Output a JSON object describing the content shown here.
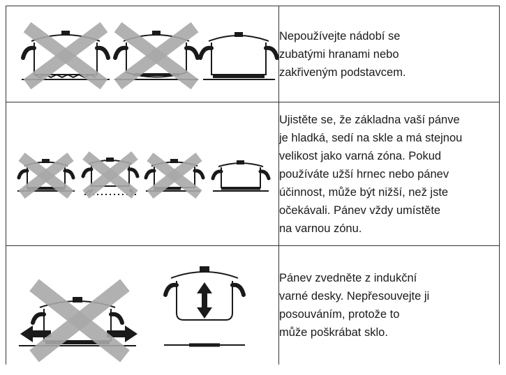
{
  "rows": [
    {
      "text": "Nepoužívejte nádobí se\nzubatými hranami nebo\nzakřiveným podstavcem.",
      "icons": [
        "pot-jagged-base-crossed-icon",
        "pot-curved-base-crossed-icon",
        "pot-flat-base-icon"
      ]
    },
    {
      "text": "Ujistěte se, že základna vaší pánve\nje hladká, sedí na skle a má stejnou\nvelikost jako varná zóna. Pokud\npoužíváte užší hrnec nebo pánev\núčinnost, může být nižší, než jste\nočekávali. Pánev vždy umístěte\nna varnou zónu.",
      "icons": [
        "pot-small-crossed-icon",
        "pot-raised-crossed-icon",
        "pot-offset-crossed-icon",
        "pot-correct-icon"
      ]
    },
    {
      "text": "Pánev  zvedněte  z  indukční\nvarné desky. Nepřesouvejte ji\nposouváním, protože to\nmůže poškrábat sklo.",
      "icons": [
        "pot-sliding-crossed-icon",
        "pot-lifting-icon"
      ]
    }
  ],
  "colors": {
    "cross": "#a9a9a9",
    "ink": "#1a1a1a",
    "border": "#333333"
  }
}
